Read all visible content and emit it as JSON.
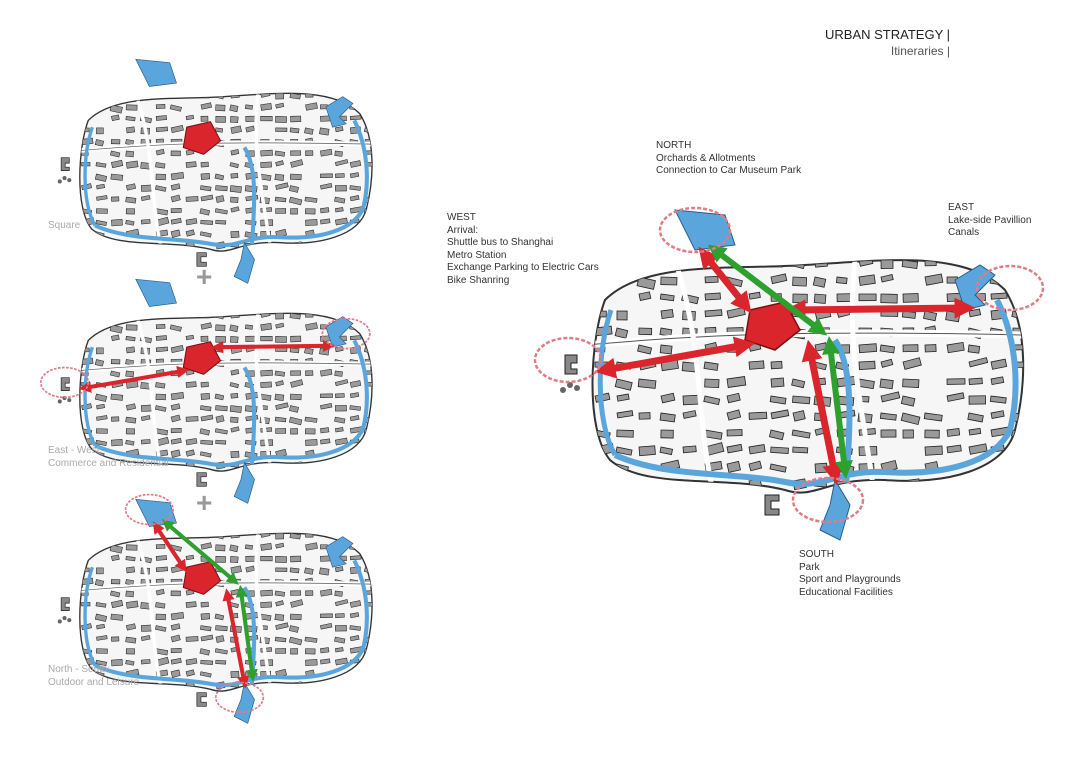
{
  "header": {
    "title": "URBAN STRATEGY |",
    "subtitle": "Itineraries |"
  },
  "small_maps": [
    {
      "caption_lines": [
        "Square"
      ]
    },
    {
      "caption_lines": [
        "East - West:",
        "Commerce and  Residential"
      ]
    },
    {
      "caption_lines": [
        "North - South:",
        "Outdoor and Leisure"
      ]
    }
  ],
  "plus_symbol": "+",
  "big_map": {
    "north": {
      "heading": "NORTH",
      "lines": [
        "Orchards & Allotments",
        "Connection to Car Museum Park"
      ]
    },
    "west": {
      "heading": "WEST",
      "lines": [
        "Arrival:",
        "Shuttle bus to Shanghai",
        "Metro Station",
        "Exchange Parking to Electric Cars",
        "Bike Shanring"
      ]
    },
    "east": {
      "heading": "EAST",
      "lines": [
        "Lake-side Pavillion",
        "Canals"
      ]
    },
    "south": {
      "heading": "SOUTH",
      "lines": [
        "Park",
        "Sport and Playgrounds",
        "Educational Facilities"
      ]
    }
  },
  "colors": {
    "route_red": "#d9252b",
    "route_green": "#2ea02e",
    "water": "#5aa6dc",
    "focus_circle": "#e07c88"
  }
}
